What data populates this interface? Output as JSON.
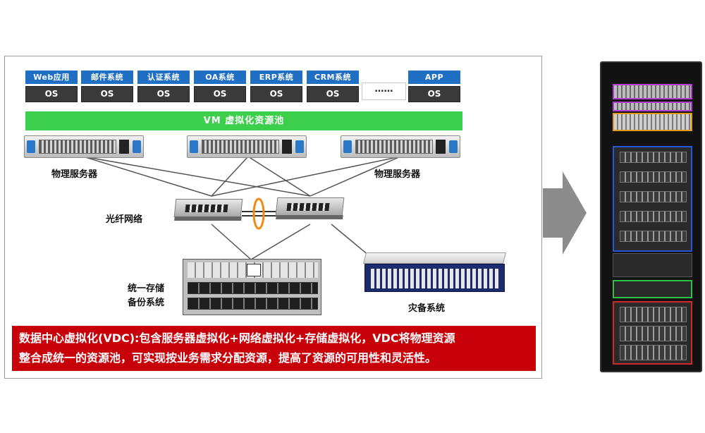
{
  "systems": [
    {
      "label": "Web应用",
      "os": "OS"
    },
    {
      "label": "邮件系统",
      "os": "OS"
    },
    {
      "label": "认证系统",
      "os": "OS"
    },
    {
      "label": "OA系统",
      "os": "OS"
    },
    {
      "label": "ERP系统",
      "os": "OS"
    },
    {
      "label": "CRM系统",
      "os": "OS"
    },
    {
      "label": "APP",
      "os": "OS"
    }
  ],
  "ellipsis": "……",
  "vm_pool": "VM 虚拟化资源池",
  "captions": {
    "server_left": "物理服务器",
    "server_right": "物理服务器",
    "fiber": "光纤网络",
    "storage_line1": "统一存储",
    "storage_line2": "备份系统",
    "disaster": "灾备系统"
  },
  "note": {
    "line1": "数据中心虚拟化(VDC):包含服务器虚拟化+网络虚拟化+存储虚拟化，VDC将物理资源",
    "line2": "整合成统一的资源池，可实现按业务需求分配资源，提高了资源的可用性和灵活性。"
  },
  "colors": {
    "system_label": "#1f6fc5",
    "vm_pool": "#3ccf4b",
    "note_bg": "#c8000a",
    "arrow": "#8c8c8c"
  }
}
